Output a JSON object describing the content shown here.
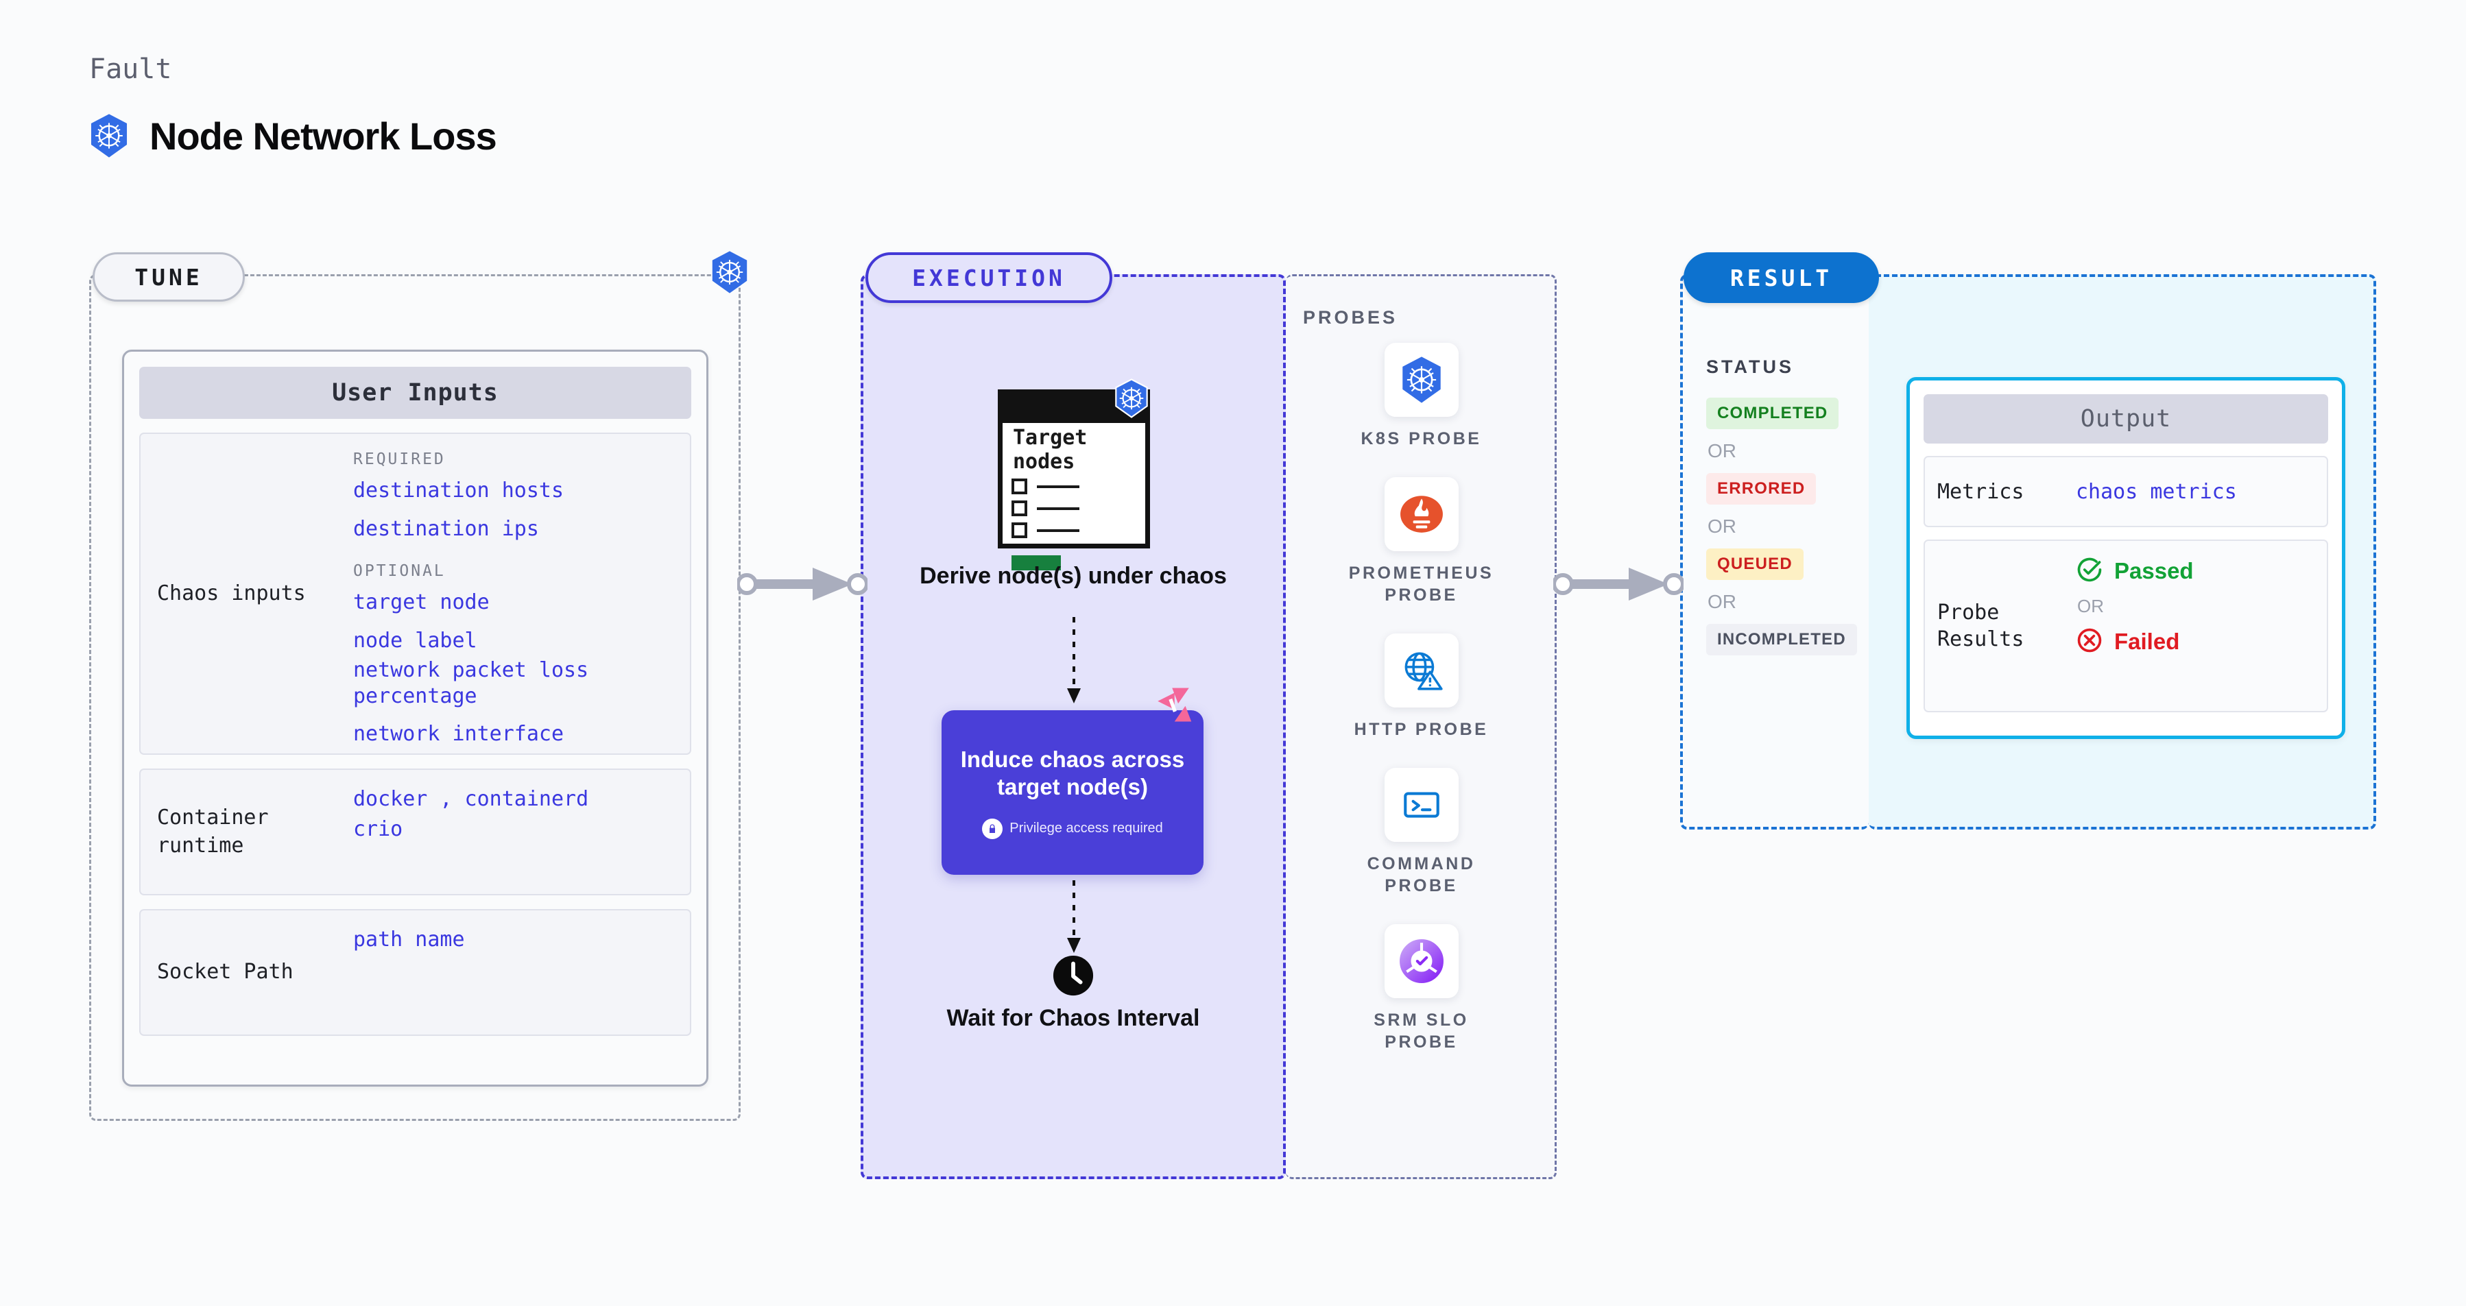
{
  "header": {
    "kicker": "Fault",
    "title": "Node Network Loss",
    "icon": "kubernetes-icon"
  },
  "stages": {
    "tune": "TUNE",
    "execution": "EXECUTION",
    "result": "RESULT"
  },
  "colors": {
    "accent_indigo": "#4a3fd8",
    "value_blue": "#3a37e0",
    "result_blue": "#0d72cf",
    "output_cyan": "#0fb0e8",
    "k8s_blue": "#326ce5",
    "harness_pink": "#f4679a",
    "passed_green": "#12a236",
    "failed_red": "#e01b22"
  },
  "tune": {
    "card_title": "User Inputs",
    "sections": [
      {
        "label": "Chaos inputs",
        "groups": [
          {
            "kicker": "REQUIRED",
            "values": [
              "destination hosts",
              "destination ips"
            ]
          },
          {
            "kicker": "OPTIONAL",
            "values": [
              "target node",
              "node label",
              "network packet loss percentage",
              "network interface"
            ]
          }
        ]
      },
      {
        "label": "Container runtime",
        "values_line1": "docker , containerd",
        "values_line2": "crio"
      },
      {
        "label": "Socket Path",
        "value": "path name"
      }
    ]
  },
  "execution": {
    "window": {
      "title": "Target nodes",
      "badge_icon": "kubernetes-icon",
      "checkbox_count": 3
    },
    "step1_caption": "Derive node(s) under chaos",
    "chaos_box": {
      "title": "Induce chaos across target node(s)",
      "note": "Privilege access required",
      "note_icon": "lock-icon",
      "corner_icon": "harness-logo-icon"
    },
    "step3_icon": "clock-icon",
    "step3_caption": "Wait for Chaos Interval"
  },
  "probes": {
    "title": "PROBES",
    "items": [
      {
        "label": "K8S PROBE",
        "icon": "kubernetes-icon"
      },
      {
        "label": "PROMETHEUS\nPROBE",
        "icon": "prometheus-icon"
      },
      {
        "label": "HTTP PROBE",
        "icon": "http-globe-warning-icon"
      },
      {
        "label": "COMMAND\nPROBE",
        "icon": "terminal-prompt-icon"
      },
      {
        "label": "SRM SLO\nPROBE",
        "icon": "srm-slo-donut-check-icon"
      }
    ]
  },
  "result": {
    "status_title": "STATUS",
    "or_label": "OR",
    "statuses": [
      {
        "label": "COMPLETED",
        "bg": "#dff4de",
        "fg": "#14801f"
      },
      {
        "label": "ERRORED",
        "bg": "#fdeaea",
        "fg": "#cc1f1f"
      },
      {
        "label": "QUEUED",
        "bg": "#fdf0c4",
        "fg": "#cc1f1f"
      },
      {
        "label": "INCOMPLETED",
        "bg": "#eff0f5",
        "fg": "#4c5160"
      }
    ]
  },
  "output": {
    "card_title": "Output",
    "metrics_label": "Metrics",
    "metrics_value": "chaos metrics",
    "probe_results_label": "Probe Results",
    "passed_label": "Passed",
    "failed_label": "Failed",
    "or_label": "OR",
    "passed_icon": "check-circle-icon",
    "failed_icon": "x-circle-icon"
  }
}
